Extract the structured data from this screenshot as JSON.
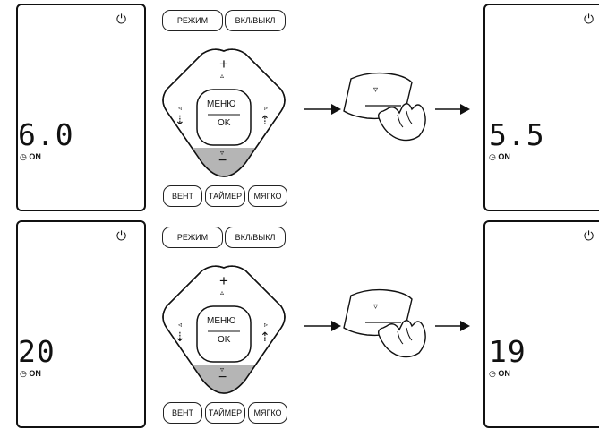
{
  "panels": [
    {
      "left_display": {
        "value": "6.0",
        "timer": "ON",
        "power_icon": "power-icon",
        "timer_icon": "clock-icon"
      },
      "right_display": {
        "value": "5.5",
        "timer": "ON",
        "power_icon": "power-icon",
        "timer_icon": "clock-icon"
      },
      "remote": {
        "mode": "РЕЖИМ",
        "power": "ВКЛ/ВЫКЛ",
        "menu": "МЕНЮ",
        "ok": "OK",
        "fan": "ВЕНТ",
        "timer": "ТАЙМЕР",
        "soft": "МЯГКО",
        "plus": "+",
        "minus": "−",
        "up_arrow": "▵",
        "down_arrow": "▿",
        "left_arrow": "◃",
        "right_arrow": "▹"
      },
      "callout": {
        "arrow": "▿",
        "minus": "−"
      }
    },
    {
      "left_display": {
        "value": "20",
        "timer": "ON",
        "power_icon": "power-icon",
        "timer_icon": "clock-icon"
      },
      "right_display": {
        "value": "19",
        "timer": "ON",
        "power_icon": "power-icon",
        "timer_icon": "clock-icon"
      },
      "remote": {
        "mode": "РЕЖИМ",
        "power": "ВКЛ/ВЫКЛ",
        "menu": "МЕНЮ",
        "ok": "OK",
        "fan": "ВЕНТ",
        "timer": "ТАЙМЕР",
        "soft": "МЯГКО",
        "plus": "+",
        "minus": "−",
        "up_arrow": "▵",
        "down_arrow": "▿",
        "left_arrow": "◃",
        "right_arrow": "▹"
      },
      "callout": {
        "arrow": "▿",
        "minus": "−"
      }
    }
  ],
  "colors": {
    "highlight": "#b5b5b5",
    "line": "#111111"
  }
}
